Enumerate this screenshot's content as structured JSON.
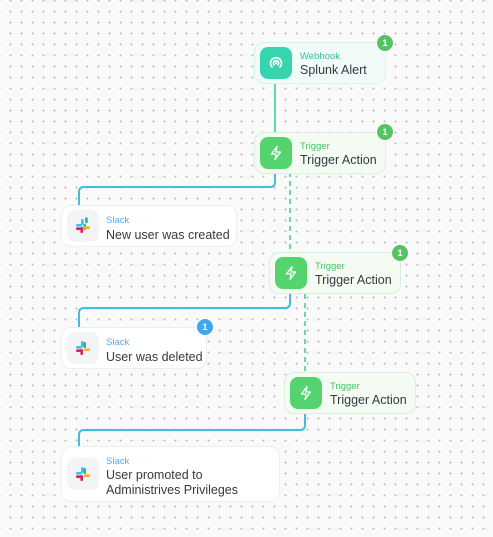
{
  "colors": {
    "webhook_accent": "#37d4b0",
    "trigger_accent": "#54d36e",
    "slack_label": "#56a8ee",
    "connector_solid": "#41bde0",
    "connector_trigger": "#6dd99e",
    "badge_green": "#55c264",
    "badge_blue": "#42a6ea"
  },
  "nodes": {
    "webhook": {
      "type_label": "Webhook",
      "title": "Splunk Alert",
      "badge": "1",
      "icon": "webhook-icon"
    },
    "trigger1": {
      "type_label": "Trigger",
      "title": "Trigger Action",
      "badge": "1",
      "icon": "lightning-icon"
    },
    "slack1": {
      "type_label": "Slack",
      "title": "New user was created",
      "icon": "slack-icon"
    },
    "trigger2": {
      "type_label": "Trigger",
      "title": "Trigger Action",
      "badge": "1",
      "icon": "lightning-icon"
    },
    "slack2": {
      "type_label": "Slack",
      "title": "User was deleted",
      "badge": "1",
      "icon": "slack-icon"
    },
    "trigger3": {
      "type_label": "Trigger",
      "title": "Trigger Action",
      "icon": "lightning-icon"
    },
    "slack3": {
      "type_label": "Slack",
      "title_line1": "User promoted to",
      "title_line2": "Administrives Privileges",
      "icon": "slack-icon"
    }
  }
}
